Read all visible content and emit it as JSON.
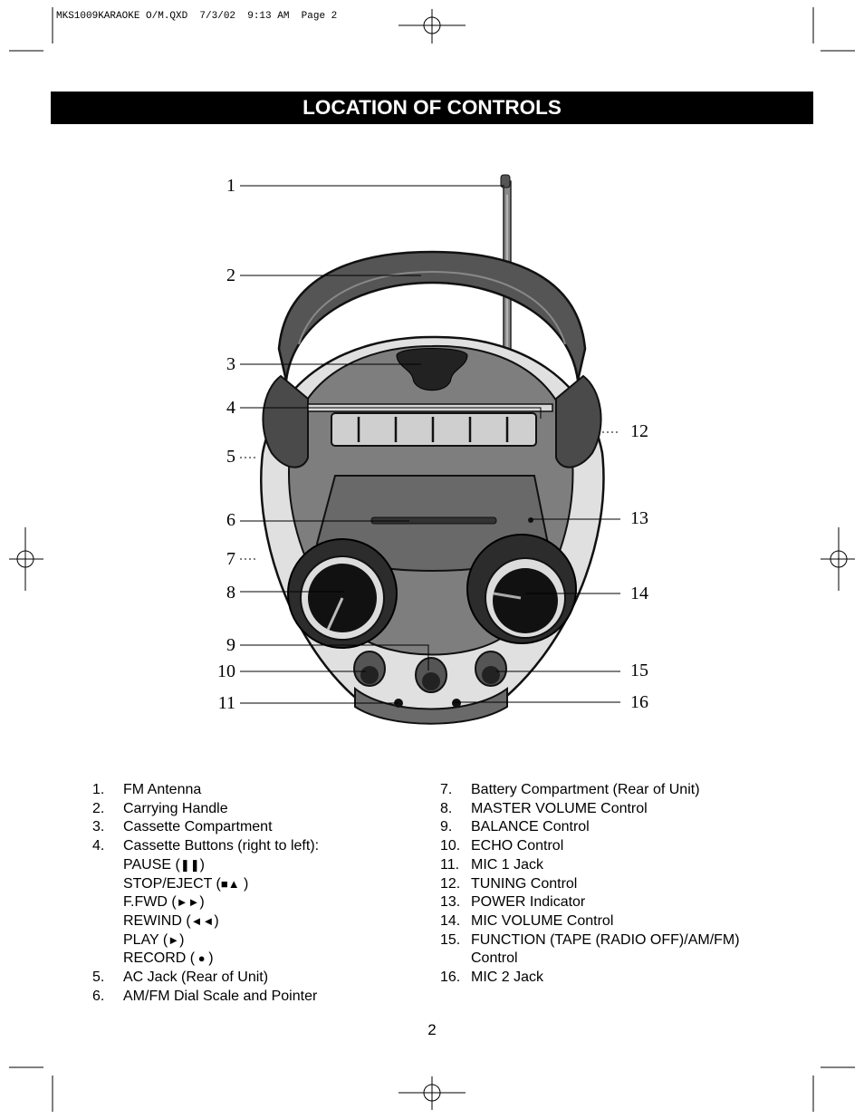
{
  "slug": "MKS1009KARAOKE O/M.QXD  7/3/02  9:13 AM  Page 2",
  "title": "LOCATION OF CONTROLS",
  "callouts_left": [
    "1",
    "2",
    "3",
    "4",
    "5",
    "6",
    "7",
    "8",
    "9",
    "10",
    "11"
  ],
  "callouts_right": [
    "12",
    "13",
    "14",
    "15",
    "16"
  ],
  "list_left": {
    "items": [
      {
        "num": "1.",
        "text": "FM Antenna"
      },
      {
        "num": "2.",
        "text": "Carrying Handle"
      },
      {
        "num": "3.",
        "text": "Cassette Compartment"
      },
      {
        "num": "4.",
        "text": "Cassette Buttons (right to left):"
      }
    ],
    "buttons": [
      {
        "label": "PAUSE (",
        "icon": "pause-icon",
        "close": ")"
      },
      {
        "label": "STOP/EJECT (",
        "icon": "stop-eject-icon",
        "close": ")"
      },
      {
        "label": "F.FWD (",
        "icon": "fast-forward-icon",
        "close": ")"
      },
      {
        "label": "REWIND (",
        "icon": "rewind-icon",
        "close": ")"
      },
      {
        "label": "PLAY (",
        "icon": "play-icon",
        "close": ")"
      },
      {
        "label": "RECORD (",
        "icon": "record-icon",
        "close": ")"
      }
    ],
    "items_after": [
      {
        "num": "5.",
        "text": "AC Jack (Rear of Unit)"
      },
      {
        "num": "6.",
        "text": "AM/FM Dial Scale and Pointer"
      }
    ]
  },
  "list_right": [
    {
      "num": "7.",
      "text": "Battery Compartment (Rear of Unit)"
    },
    {
      "num": "8.",
      "text": "MASTER VOLUME Control"
    },
    {
      "num": "9.",
      "text": "BALANCE Control"
    },
    {
      "num": "10.",
      "text": "ECHO Control"
    },
    {
      "num": "11.",
      "text": "MIC 1 Jack"
    },
    {
      "num": "12.",
      "text": "TUNING Control"
    },
    {
      "num": "13.",
      "text": "POWER Indicator"
    },
    {
      "num": "14.",
      "text": "MIC VOLUME Control"
    },
    {
      "num": "15.",
      "text": "FUNCTION (TAPE (RADIO OFF)/AM/FM)",
      "text2": "Control"
    },
    {
      "num": "16.",
      "text": "MIC 2 Jack"
    }
  ],
  "page_number": "2"
}
